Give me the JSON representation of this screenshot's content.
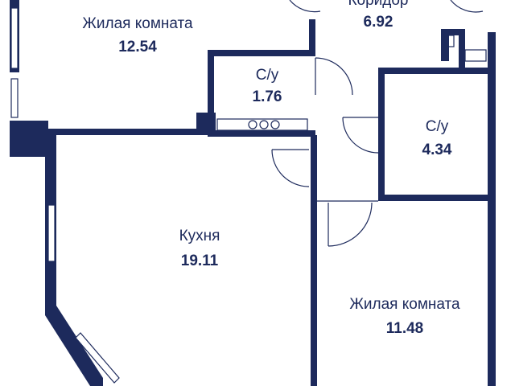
{
  "rooms": [
    {
      "name": "Жилая комната",
      "area": "12.54"
    },
    {
      "name": "Коридор",
      "area": "6.92"
    },
    {
      "name": "С/у",
      "area": "1.76"
    },
    {
      "name": "С/у",
      "area": "4.34"
    },
    {
      "name": "Кухня",
      "area": "19.11"
    },
    {
      "name": "Жилая комната",
      "area": "11.48"
    }
  ],
  "colors": {
    "wall": "#1d2a5c",
    "background": "#ffffff"
  }
}
